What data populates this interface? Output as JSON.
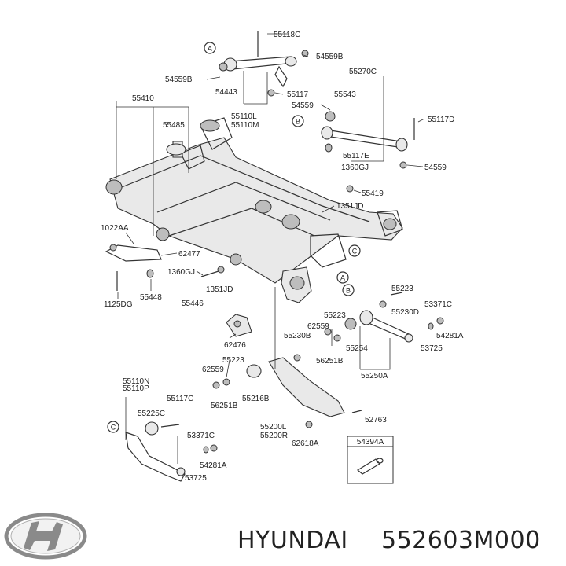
{
  "callouts": {
    "c1": "55118C",
    "c2": "54559B",
    "c3": "54559B",
    "c4": "54443",
    "c5": "55117",
    "c6": "54559",
    "c7": "55110L",
    "c8": "55110M",
    "c9": "55270C",
    "c10": "55543",
    "c11": "55117D",
    "c12": "55410",
    "c13": "55485",
    "c14": "55117E",
    "c15": "1360GJ",
    "c16": "54559",
    "c17": "55419",
    "c18": "1351JD",
    "c19": "1022AA",
    "c20": "62477",
    "c21": "1360GJ",
    "c22": "1351JD",
    "c23": "1125DG",
    "c24": "55448",
    "c25": "55446",
    "c26": "55223",
    "c27": "55230D",
    "c28": "53371C",
    "c29": "55223",
    "c30": "62559",
    "c31": "54281A",
    "c32": "55230B",
    "c33": "62476",
    "c34": "53725",
    "c35": "56251B",
    "c36": "55254",
    "c37": "55223",
    "c38": "62559",
    "c39": "55250A",
    "c40": "56251B",
    "c41": "55110N",
    "c42": "55110P",
    "c43": "55117C",
    "c44": "55216B",
    "c45": "55225C",
    "c46": "52763",
    "c47": "55200L",
    "c48": "55200R",
    "c49": "53371C",
    "c50": "62618A",
    "c51": "54394A",
    "c52": "54281A",
    "c53": "53725"
  },
  "refs": {
    "a": "A",
    "b": "B",
    "c": "C"
  },
  "brand": {
    "name": "HYUNDAI",
    "part_number": "552603M000"
  },
  "colors": {
    "ink": "#222222",
    "fill": "#e9e9e9",
    "logo": "#8a8a8a"
  }
}
